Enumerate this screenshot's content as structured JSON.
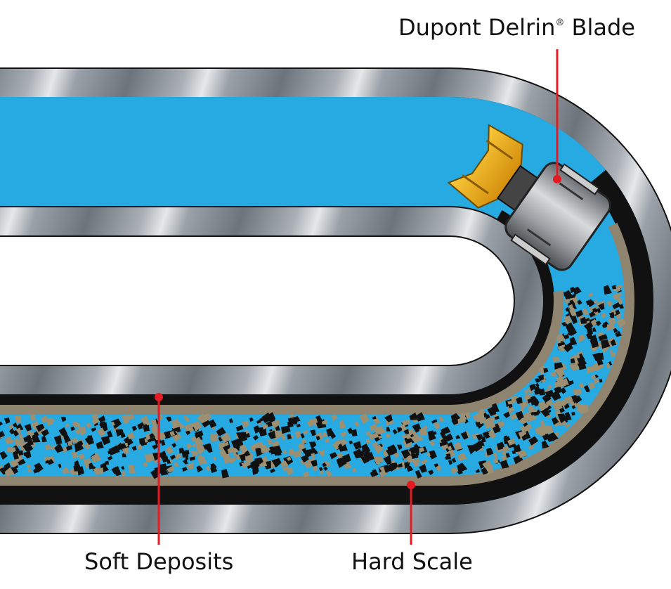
{
  "labels": {
    "blade": "Dupont Delrin",
    "blade_mark": "®",
    "blade_suffix": " Blade",
    "soft": "Soft Deposits",
    "hard": "Hard Scale"
  },
  "colors": {
    "water": "#27a9e1",
    "scale": "#8e8470",
    "pointer": "#e31b23",
    "blade": "#f5b51b",
    "pipe": "#9aa1a8"
  }
}
